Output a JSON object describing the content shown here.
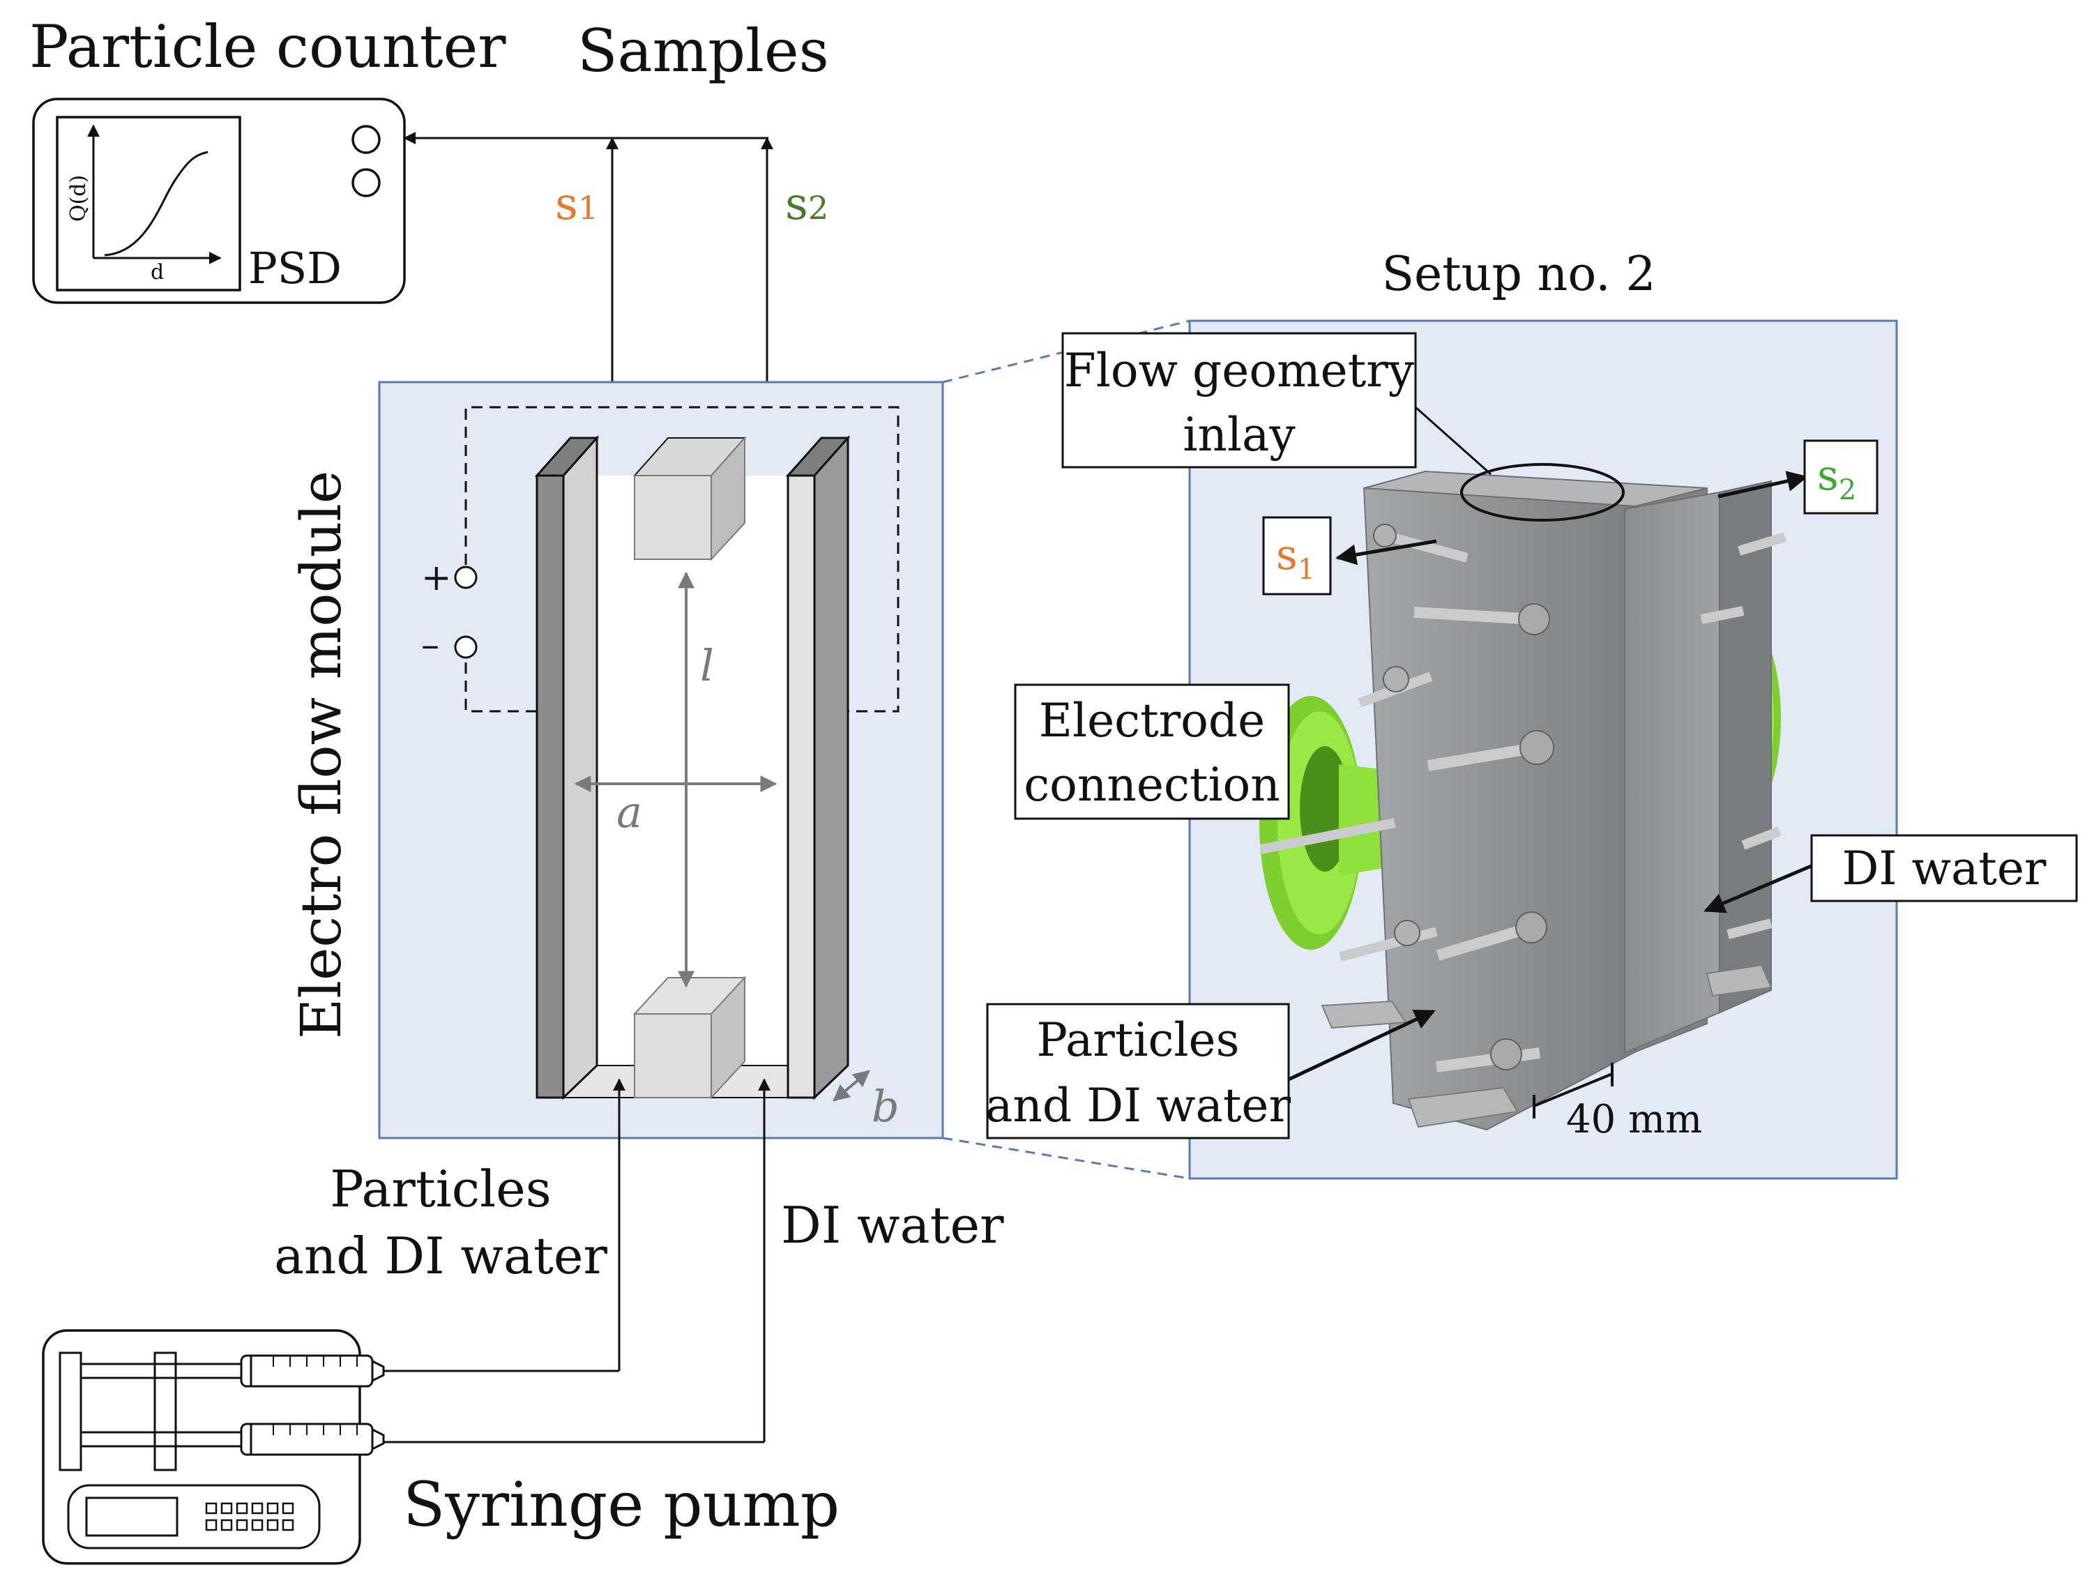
{
  "labels": {
    "particle_counter": "Particle counter",
    "samples": "Samples",
    "psd": "PSD",
    "axis_q": "Q(d)",
    "axis_d": "d",
    "s1_prefix": "s",
    "s1_index": "1",
    "s2_prefix": "s",
    "s2_index": "2",
    "electro_flow_module": "Electro flow module",
    "plus": "+",
    "minus": "–",
    "dim_l": "l",
    "dim_a": "a",
    "dim_b": "b",
    "particles_line1": "Particles",
    "particles_line2": "and DI water",
    "di_water": "DI water",
    "syringe_pump": "Syringe pump",
    "setup": "Setup no. 2",
    "flow_line1": "Flow geometry",
    "flow_line2": "inlay",
    "electrode_line1": "Electrode",
    "electrode_line2": "connection",
    "photo_di_water": "DI water",
    "photo_particles_line1": "Particles",
    "photo_particles_line2": "and DI water",
    "scale": "40 mm"
  },
  "colors": {
    "s1": "#e8792a",
    "s2": "#4a7a2a",
    "s2_photo": "#3fa535",
    "module_bg": "#e4eaf5",
    "module_border": "#5b7bb0",
    "wall_dark": "#8c8c8c",
    "wall_light": "#d2d2d2",
    "dimension": "#7a7a7a",
    "flange_green": "#8fe03a",
    "housing_gray": "#8f9294"
  },
  "icons": [
    "gear-icon"
  ]
}
